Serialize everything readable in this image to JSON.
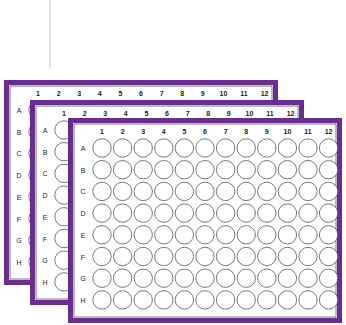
{
  "diagram": {
    "labels": [
      "1",
      "2",
      "3",
      "4",
      "5",
      "6",
      "7",
      "8",
      "9",
      "10",
      "11",
      "12",
      "A",
      "B",
      "C",
      "D",
      "E",
      "F",
      "G",
      "H",
      "1",
      "2",
      "3",
      "4",
      "5",
      "6",
      "7",
      "8",
      "9",
      "10",
      "11",
      "12",
      "A",
      "B",
      "C",
      "D",
      "E",
      "F",
      "G",
      "H",
      "1",
      "2",
      "3",
      "4",
      "5",
      "6",
      "7",
      "8",
      "9",
      "10",
      "11",
      "12",
      "A",
      "B",
      "C",
      "D",
      "E",
      "F",
      "G",
      "H"
    ]
  }
}
